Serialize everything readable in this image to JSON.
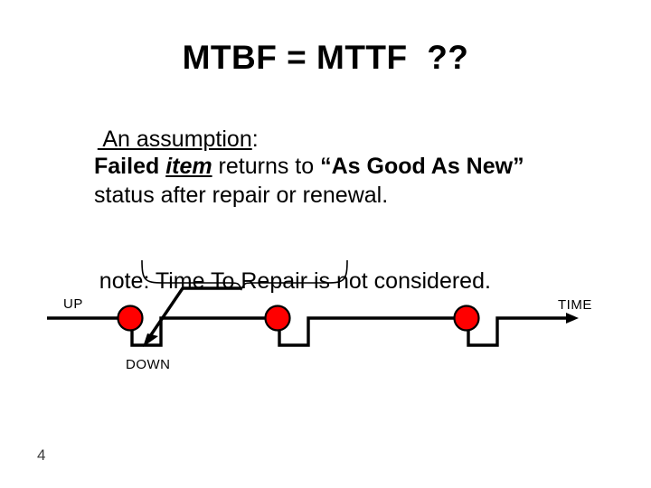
{
  "slide": {
    "page_number": "4",
    "title": "MTBF = MTTF  ??",
    "assumption": {
      "underlined_text": " An assumption",
      "colon": ":"
    },
    "body": {
      "seg1_bold": "Failed ",
      "seg2_bold_italic_underline": "item",
      "seg3_regular": " returns to ",
      "seg4_bold": "“As Good As New”",
      "seg5_regular": " status after repair or renewal."
    },
    "note": {
      "prefix": "note: ",
      "braced": "Time To Repair",
      "suffix": " is not considered."
    },
    "diagram": {
      "label_up": "UP",
      "label_down": "DOWN",
      "label_time": "TIME",
      "marker_color": "#FF0000",
      "marker_stroke": "#000000",
      "line_color": "#000000",
      "markers": 3,
      "annotation_brace": "Time To Repair",
      "annotation_target": "DOWN interval"
    },
    "colors": {
      "background": "#FFFFFF",
      "text": "#000000",
      "accent_red": "#FF0000",
      "page_number": "#3A3A3A"
    }
  }
}
